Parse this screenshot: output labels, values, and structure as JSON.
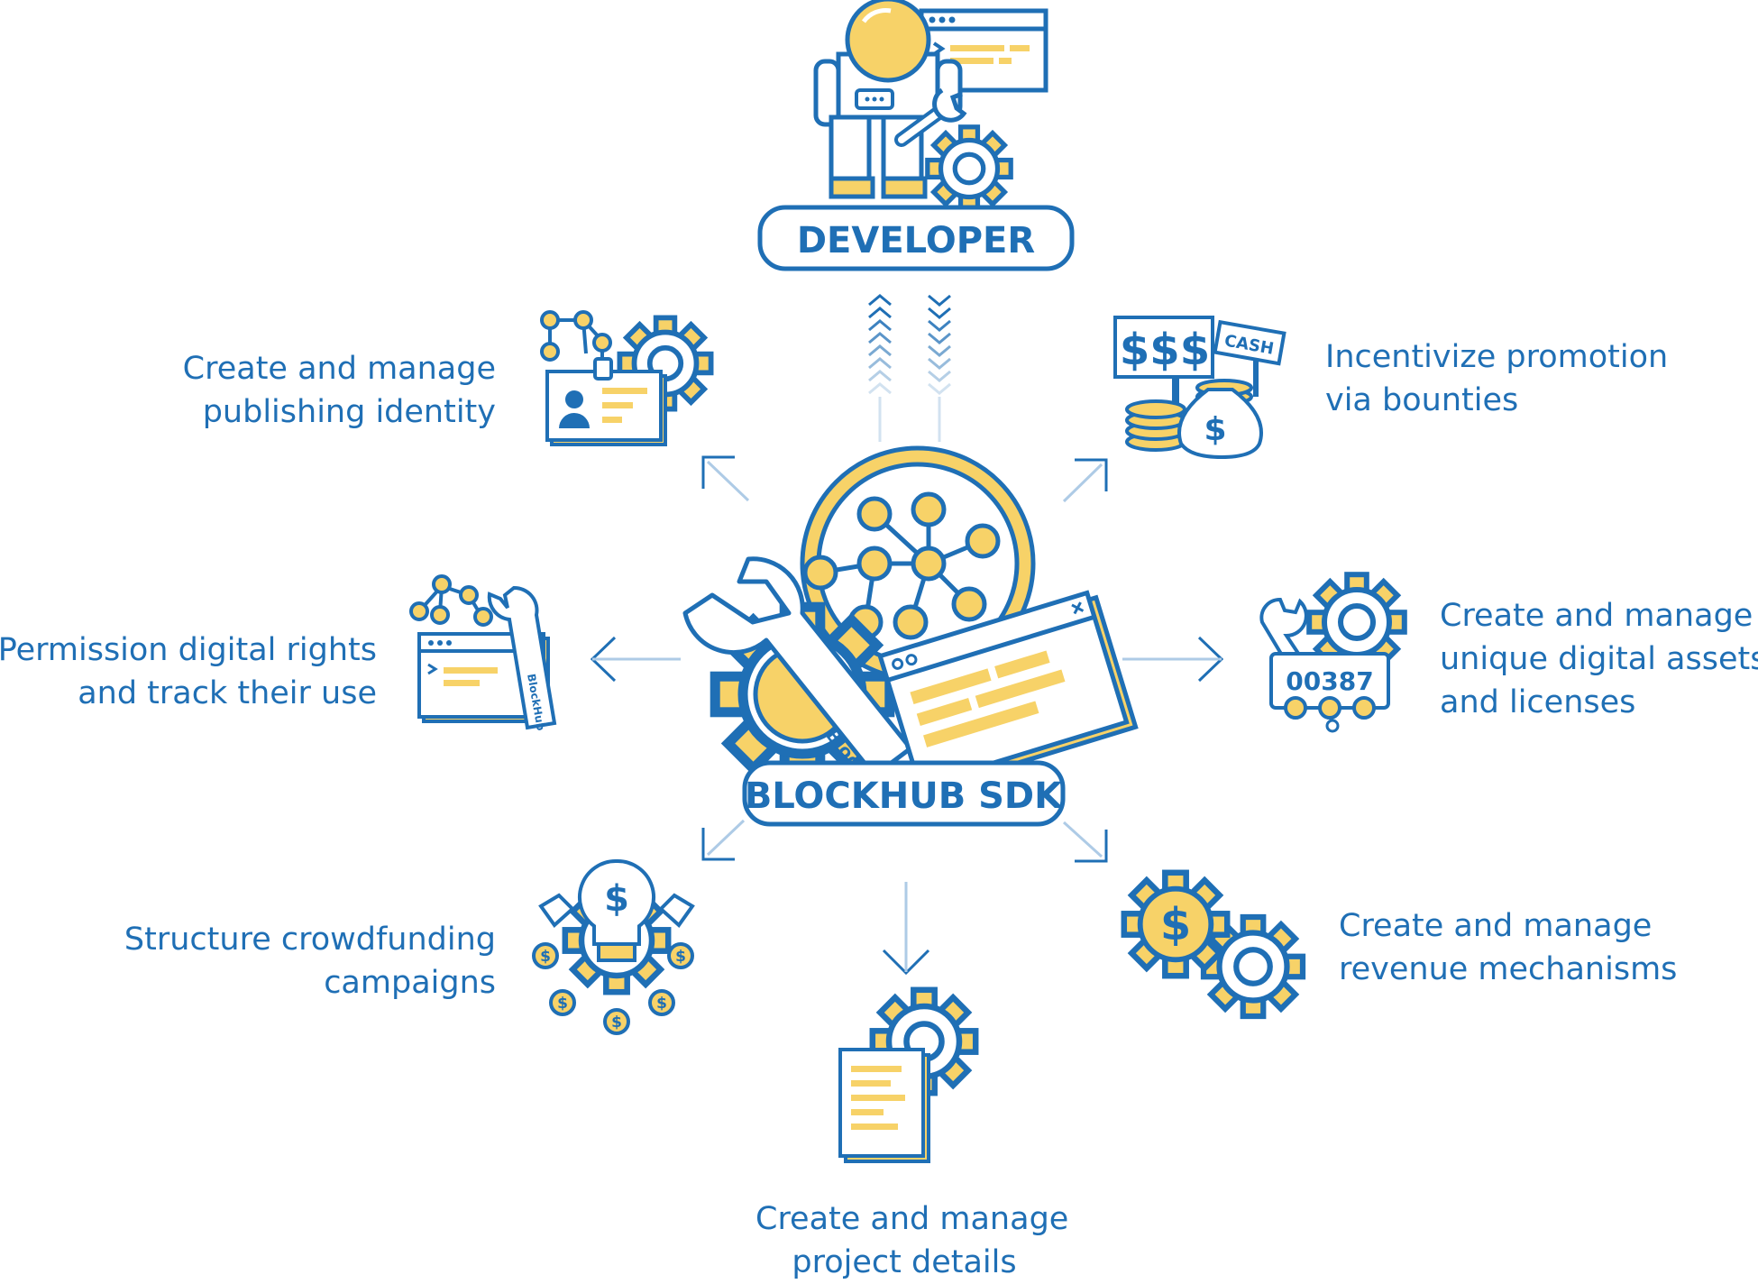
{
  "colors": {
    "blue": "#1f6fb5",
    "yellow": "#f7d268",
    "light_blue": "#aecbe6",
    "white": "#ffffff"
  },
  "developer": {
    "label": "DEVELOPER",
    "icon": "developer-astronaut-icon"
  },
  "sdk": {
    "label": "BLOCKHUB SDK",
    "icon": "sdk-network-wrench-icon",
    "wrench_text": "Bloc"
  },
  "features": {
    "identity": {
      "line1": "Create and manage",
      "line2": "publishing identity",
      "icon": "id-card-network-icon"
    },
    "bounties": {
      "line1": "Incentivize promotion",
      "line2": "via bounties",
      "icon": "cash-bounty-icon",
      "sign_text": "CASH"
    },
    "rights": {
      "line1": "Permission digital rights",
      "line2": "and track their use",
      "icon": "browser-wrench-icon",
      "wrench_text": "BlockHub"
    },
    "assets": {
      "line1": "Create and manage",
      "line2": "unique digital assets",
      "line3": "and licenses",
      "icon": "license-counter-icon",
      "counter": "00387"
    },
    "crowdfunding": {
      "line1": "Structure crowdfunding",
      "line2": "campaigns",
      "icon": "lightbulb-coins-icon"
    },
    "revenue": {
      "line1": "Create and manage",
      "line2": "revenue mechanisms",
      "icon": "dollar-gears-icon"
    },
    "project": {
      "line1": "Create and manage",
      "line2": "project details",
      "icon": "document-gear-icon"
    }
  }
}
